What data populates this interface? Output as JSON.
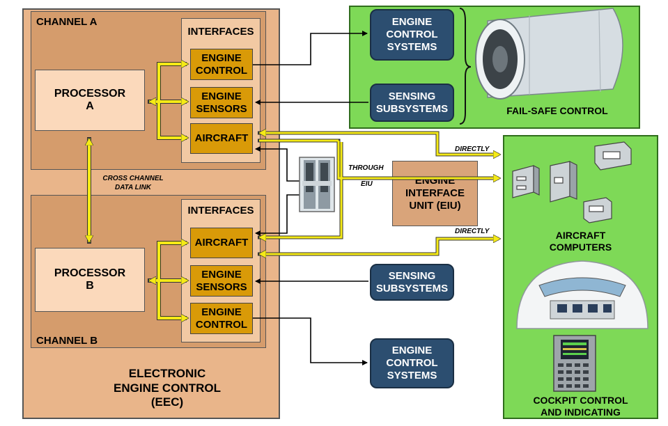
{
  "eec": {
    "title": "ELECTRONIC\nENGINE CONTROL\n(EEC)"
  },
  "channel_a": {
    "label": "CHANNEL A",
    "interfaces_label": "INTERFACES",
    "processor": "PROCESSOR\nA",
    "boxes": [
      "ENGINE\nCONTROL",
      "ENGINE\nSENSORS",
      "AIRCRAFT"
    ]
  },
  "channel_b": {
    "label": "CHANNEL B",
    "interfaces_label": "INTERFACES",
    "processor": "PROCESSOR\nB",
    "boxes": [
      "AIRCRAFT",
      "ENGINE\nSENSORS",
      "ENGINE\nCONTROL"
    ]
  },
  "cross_channel": "CROSS CHANNEL\nDATA LINK",
  "fail_safe": {
    "engine_control_systems": "ENGINE\nCONTROL\nSYSTEMS",
    "sensing_subsystems": "SENSING\nSUBSYSTEMS",
    "label": "FAIL-SAFE CONTROL"
  },
  "eiu": {
    "label": "ENGINE\nINTERFACE\nUNIT (EIU)"
  },
  "links": {
    "directly_top": "DIRECTLY",
    "through": "THROUGH",
    "eiu": "EIU",
    "directly_bottom": "DIRECTLY"
  },
  "lower_right": {
    "sensing_subsystems": "SENSING\nSUBSYSTEMS",
    "engine_control_systems": "ENGINE\nCONTROL\nSYSTEMS"
  },
  "aircraft_panel": {
    "computers_label": "AIRCRAFT\nCOMPUTERS",
    "cockpit_label": "COCKPIT CONTROL\nAND INDICATING"
  },
  "icons": [
    "jet-engine-icon",
    "computer-box-icon",
    "cockpit-icon",
    "control-panel-icon",
    "throttle-lever-icon"
  ],
  "colors": {
    "yellow_arrow": "#f5ea16",
    "green_panel": "#7ed957",
    "navy_box": "#2c4e70",
    "interface_box": "#d99a08"
  }
}
